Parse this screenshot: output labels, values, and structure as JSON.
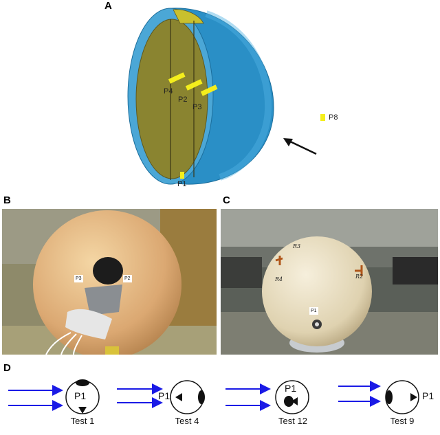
{
  "panels": {
    "a": {
      "letter": "A",
      "labels": {
        "p4": "P4",
        "p2": "P2",
        "p3": "P3",
        "p1": "P1",
        "p8": "P8"
      },
      "colors": {
        "shell": "#2a8fc6",
        "core": "#8a8430",
        "gauge": "#f4ee1c"
      }
    },
    "b": {
      "letter": "B",
      "labels": {
        "p3": "P3",
        "p2": "P2"
      }
    },
    "c": {
      "letter": "C",
      "labels": {
        "p1": "P1",
        "r3": "R3",
        "r4": "R4",
        "r2": "R2"
      }
    },
    "d": {
      "letter": "D",
      "tests": [
        {
          "caption": "Test 1",
          "inner_label": "P1",
          "side_label": ""
        },
        {
          "caption": "Test 4",
          "inner_label": "",
          "side_label": "P1"
        },
        {
          "caption": "Test 12",
          "inner_label": "P1",
          "side_label": ""
        },
        {
          "caption": "Test 9",
          "inner_label": "",
          "side_label": "P1"
        }
      ],
      "arrow_color": "#1a1ae6"
    }
  }
}
